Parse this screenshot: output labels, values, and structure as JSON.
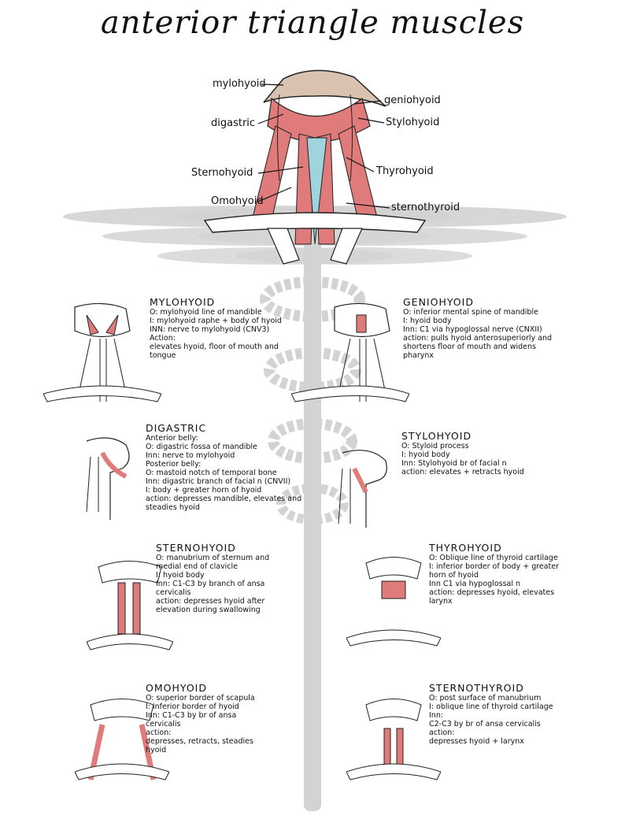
{
  "title": "anterior triangle muscles",
  "main_figure": {
    "labels": {
      "mylohyoid": "mylohyoid",
      "geniohyoid": "geniohyoid",
      "digastric": "digastric",
      "stylohyoid": "Stylohyoid",
      "sternohyoid": "Sternohyoid",
      "thyrohyoid": "Thyrohyoid",
      "omohyoid": "Omohyoid",
      "sternothyroid": "sternothyroid"
    }
  },
  "cards": {
    "mylohyoid": {
      "heading": "MYLOHYOID",
      "lines": [
        "O: mylohyoid line of mandible",
        "I: mylohyoid raphe + body of hyoid",
        "INN: nerve to mylohyoid (CNV3)",
        "Action:",
        "elevates hyoid, floor of mouth and tongue"
      ]
    },
    "geniohyoid": {
      "heading": "GENIOHYOID",
      "lines": [
        "O: inferior mental spine of mandible",
        "I: hyoid body",
        "Inn: C1 via hypoglossal nerve (CNXII)",
        "action: pulls hyoid anterosuperiorly and shortens floor of mouth and widens pharynx"
      ]
    },
    "digastric": {
      "heading": "DIGASTRIC",
      "lines": [
        "Anterior belly:",
        "O: digastric fossa of mandible",
        "Inn: nerve to mylohyoid",
        "Posterior belly:",
        "O: mastoid notch of temporal bone",
        "Inn: digastric branch of facial n (CNVII)",
        "I: body + greater horn of hyoid",
        "action: depresses mandible, elevates and steadies hyoid"
      ]
    },
    "stylohyoid": {
      "heading": "STYLOHYOID",
      "lines": [
        "O: Styloid process",
        "I: hyoid body",
        "Inn: Stylohyoid br of facial n",
        "action: elevates + retracts hyoid"
      ]
    },
    "sternohyoid": {
      "heading": "STERNOHYOID",
      "lines": [
        "O: manubrium of sternum and medial end of clavicle",
        "I: hyoid body",
        "Inn: C1-C3 by branch of ansa cervicalis",
        "action: depresses hyoid after elevation during swallowing"
      ]
    },
    "thyrohyoid": {
      "heading": "THYROHYOID",
      "lines": [
        "O: Oblique line of thyroid cartilage",
        "I: inferior border of body + greater horn of hyoid",
        "Inn C1 via hypoglossal n",
        "action: depresses hyoid, elevates larynx"
      ]
    },
    "omohyoid": {
      "heading": "OMOHYOID",
      "lines": [
        "O: superior border of scapula",
        "I: inferior border of hyoid",
        "Inn: C1-C3 by br of ansa cervicalis",
        "action:",
        "depresses, retracts, steadies hyoid"
      ]
    },
    "sternothyroid": {
      "heading": "STERNOTHYROID",
      "lines": [
        "O: post surface of manubrium",
        "I: oblique line of thyroid cartilage",
        "Inn:",
        "C2-C3 by br of ansa cervicalis",
        "action:",
        "depresses hyoid + larynx"
      ]
    }
  },
  "colors": {
    "muscle": "#e07b7b",
    "muscle_dark": "#c95c5c",
    "bone": "#d9c3b0",
    "airway": "#9fd4dc",
    "caduceus": "#d2d2d2"
  }
}
